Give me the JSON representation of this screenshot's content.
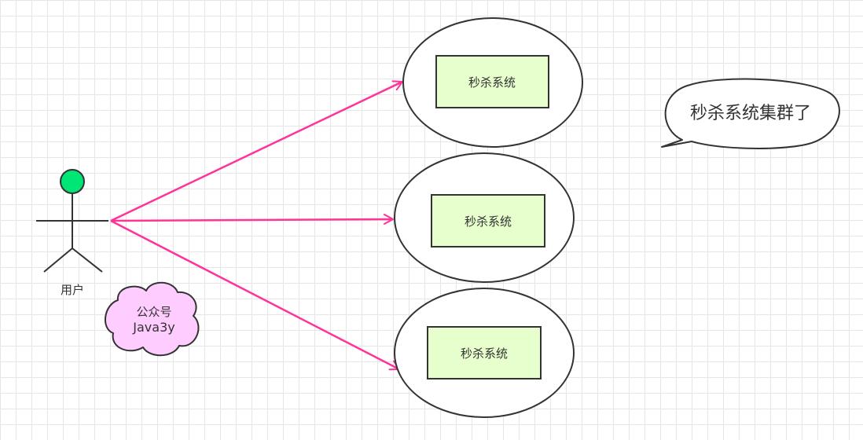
{
  "actor": {
    "label": "用户"
  },
  "systems": [
    {
      "label": "秒杀系统"
    },
    {
      "label": "秒杀系统"
    },
    {
      "label": "秒杀系统"
    }
  ],
  "callout": {
    "text": "秒杀系统集群了"
  },
  "watermark": {
    "line1": "公众号",
    "line2": "Java3y"
  },
  "colors": {
    "arrow": "#ff3399",
    "actor_head": "#00e676",
    "system_box": "#e6ffcc",
    "cloud": "#ffccff",
    "outline": "#333333"
  }
}
